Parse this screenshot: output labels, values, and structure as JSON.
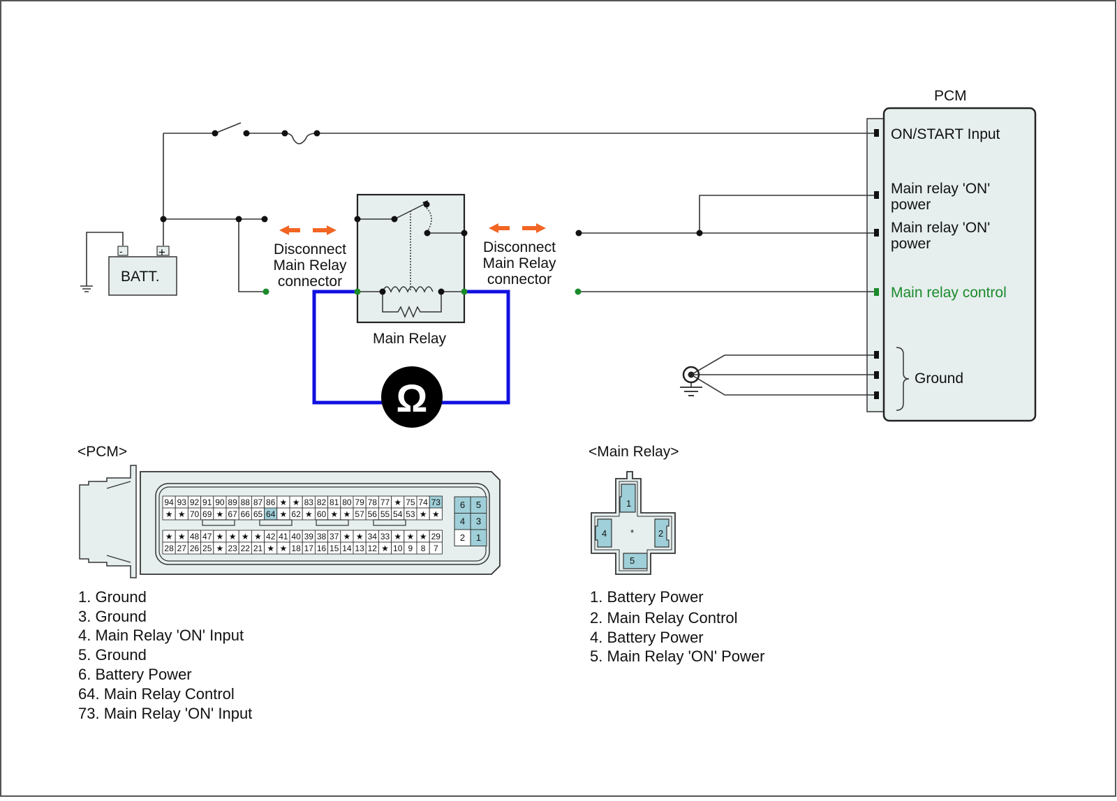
{
  "colors": {
    "wire": "#333333",
    "meter_wire": "#1010e0",
    "arrow": "#f26522",
    "control": "#1a8a2a",
    "box_fill": "#e6eeee",
    "pin_highlight": "#9fcfd8"
  },
  "pcm": {
    "title": "PCM",
    "on_start": "ON/START Input",
    "relay_on_1a": "Main relay 'ON'",
    "relay_on_1b": "power",
    "relay_on_2a": "Main relay 'ON'",
    "relay_on_2b": "power",
    "relay_control": "Main relay control",
    "ground": "Ground"
  },
  "battery": {
    "label": "BATT.",
    "neg": "-",
    "pos": "+"
  },
  "disconnect_left": [
    "Disconnect",
    "Main Relay",
    "connector"
  ],
  "disconnect_right": [
    "Disconnect",
    "Main Relay",
    "connector"
  ],
  "relay": {
    "label": "Main Relay"
  },
  "meter": {
    "symbol": "Ω"
  },
  "pcm_connector": {
    "title": "<PCM>",
    "row1": [
      "94",
      "93",
      "92",
      "91",
      "90",
      "89",
      "88",
      "87",
      "86",
      "★",
      "★",
      "83",
      "82",
      "81",
      "80",
      "79",
      "78",
      "77",
      "★",
      "75",
      "74",
      "73"
    ],
    "row2": [
      "★",
      "★",
      "70",
      "69",
      "★",
      "67",
      "66",
      "65",
      "64",
      "★",
      "62",
      "★",
      "60",
      "★",
      "★",
      "57",
      "56",
      "55",
      "54",
      "53",
      "★",
      "★"
    ],
    "row3": [
      "★",
      "★",
      "48",
      "47",
      "★",
      "★",
      "★",
      "★",
      "42",
      "41",
      "40",
      "39",
      "38",
      "37",
      "★",
      "★",
      "34",
      "33",
      "★",
      "★",
      "★",
      "29"
    ],
    "row4": [
      "28",
      "27",
      "26",
      "25",
      "★",
      "23",
      "22",
      "21",
      "★",
      "★",
      "18",
      "17",
      "16",
      "15",
      "14",
      "13",
      "12",
      "★",
      "10",
      "9",
      "8",
      "7"
    ],
    "block": [
      "6",
      "5",
      "4",
      "3",
      "2",
      "1"
    ],
    "pins": [
      "1. Ground",
      "3. Ground",
      "4. Main Relay 'ON' Input",
      "5. Ground",
      "6. Battery Power",
      "64. Main Relay Control",
      "73. Main Relay 'ON' Input"
    ]
  },
  "relay_connector": {
    "title": "<Main Relay>",
    "p1": "1",
    "p2": "2",
    "p4": "4",
    "p5": "5",
    "center": "*",
    "pins": [
      "1. Battery Power",
      "2. Main Relay Control",
      "4. Battery Power",
      "5. Main Relay 'ON' Power"
    ]
  }
}
